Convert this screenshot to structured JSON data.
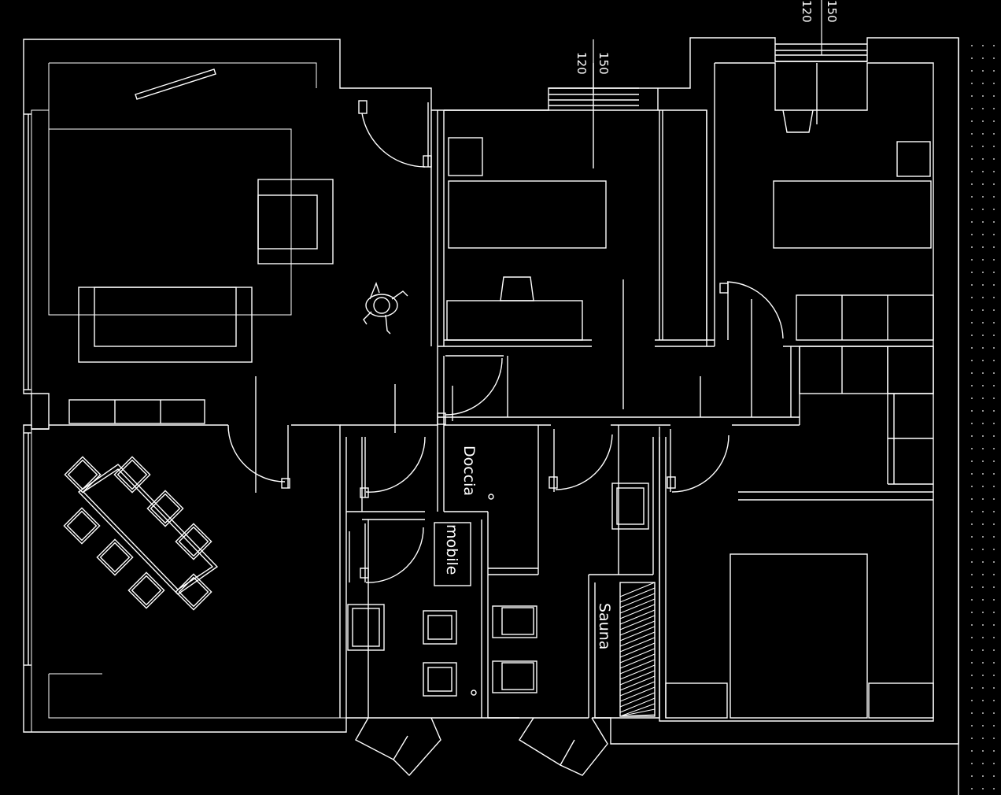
{
  "colors": {
    "background": "#000000",
    "lines": "#ffffff"
  },
  "rooms": {
    "doccia": "Doccia",
    "mobile": "mobile",
    "sauna": "Sauna"
  },
  "dimensions": {
    "window_a_top": "150",
    "window_a_bottom": "120",
    "window_b_top": "150",
    "window_b_bottom": "120"
  }
}
